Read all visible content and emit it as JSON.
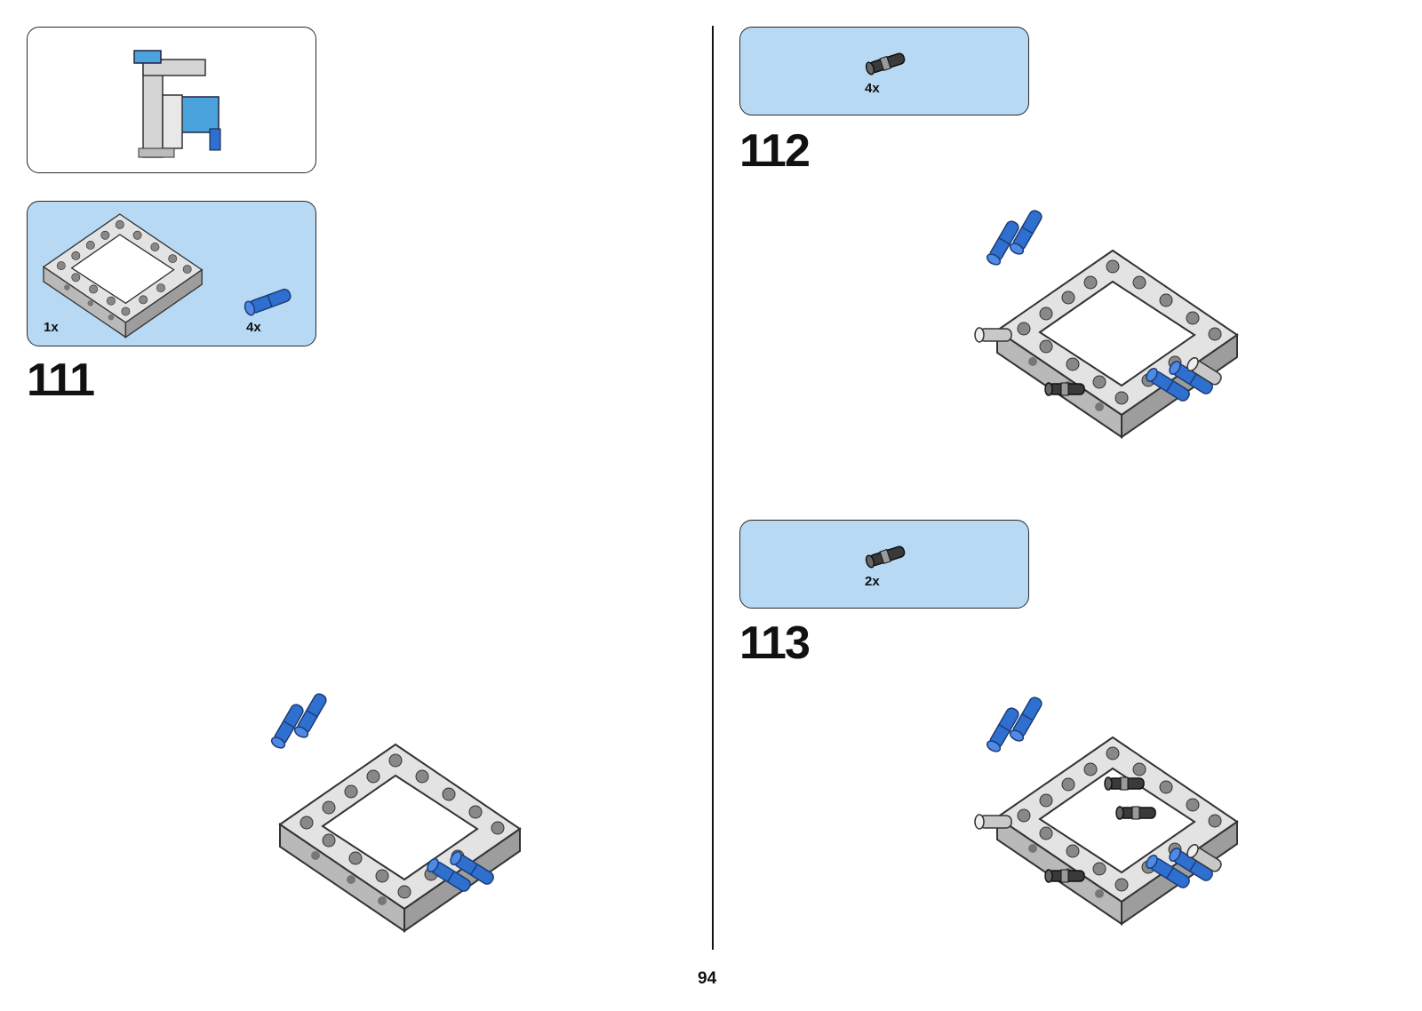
{
  "left_page": {
    "step_111": {
      "number": "111",
      "parts": [
        {
          "icon": "open-frame-part-icon",
          "qty": "1x"
        },
        {
          "icon": "blue-long-pin-part-icon",
          "qty": "4x"
        }
      ]
    }
  },
  "right_page": {
    "step_112": {
      "number": "112",
      "parts": [
        {
          "icon": "black-axle-pin-part-icon",
          "qty": "4x"
        }
      ]
    },
    "step_113": {
      "number": "113",
      "parts": [
        {
          "icon": "black-axle-pin-part-icon",
          "qty": "2x"
        }
      ]
    }
  },
  "footer": {
    "page_number": "94"
  },
  "colors": {
    "callout_blue": "#b7d9f4",
    "frame_grey": "#cfcfcf",
    "pin_blue": "#2f6fd0",
    "pin_black": "#333333"
  }
}
